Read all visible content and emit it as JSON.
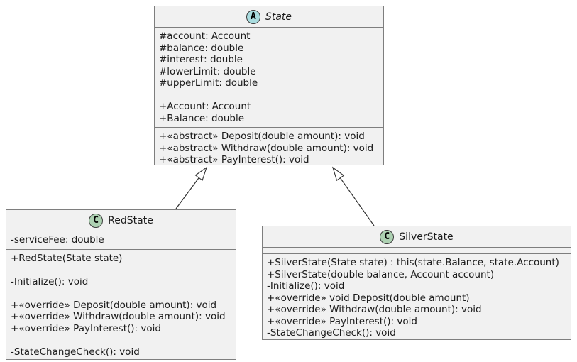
{
  "diagram": {
    "kind": "uml-class-diagram",
    "colors": {
      "box_fill": "#f1f1f1",
      "box_border": "#7e7e7e",
      "abstract_icon_fill": "#a9dcdf",
      "class_icon_fill": "#add1b2",
      "arrow_stroke": "#303030",
      "text": "#1b1b1b",
      "background": "#ffffff"
    }
  },
  "classes": {
    "state": {
      "icon_letter": "A",
      "stereotype": "abstract",
      "name": "State",
      "attributes": [
        "#account: Account",
        "#balance: double",
        "#interest: double",
        "#lowerLimit: double",
        "#upperLimit: double",
        "",
        "+Account: Account",
        "+Balance: double"
      ],
      "methods": [
        "+«abstract» Deposit(double amount): void",
        "+«abstract» Withdraw(double amount): void",
        "+«abstract» PayInterest(): void"
      ]
    },
    "redstate": {
      "icon_letter": "C",
      "stereotype": "class",
      "name": "RedState",
      "attributes": [
        "-serviceFee: double"
      ],
      "methods": [
        "+RedState(State state)",
        "",
        "-Initialize(): void",
        "",
        "+«override» Deposit(double amount): void",
        "+«override» Withdraw(double amount): void",
        "+«override» PayInterest(): void",
        "",
        "-StateChangeCheck(): void"
      ]
    },
    "silverstate": {
      "icon_letter": "C",
      "stereotype": "class",
      "name": "SilverState",
      "attributes": [],
      "methods": [
        "+SilverState(State state) : this(state.Balance, state.Account)",
        "+SilverState(double balance, Account account)",
        "-Initialize(): void",
        "+«override» void Deposit(double amount)",
        "+«override» Withdraw(double amount): void",
        "+«override» PayInterest(): void",
        "-StateChangeCheck(): void"
      ]
    }
  },
  "relations": [
    {
      "type": "inheritance",
      "from": "RedState",
      "to": "State"
    },
    {
      "type": "inheritance",
      "from": "SilverState",
      "to": "State"
    }
  ]
}
